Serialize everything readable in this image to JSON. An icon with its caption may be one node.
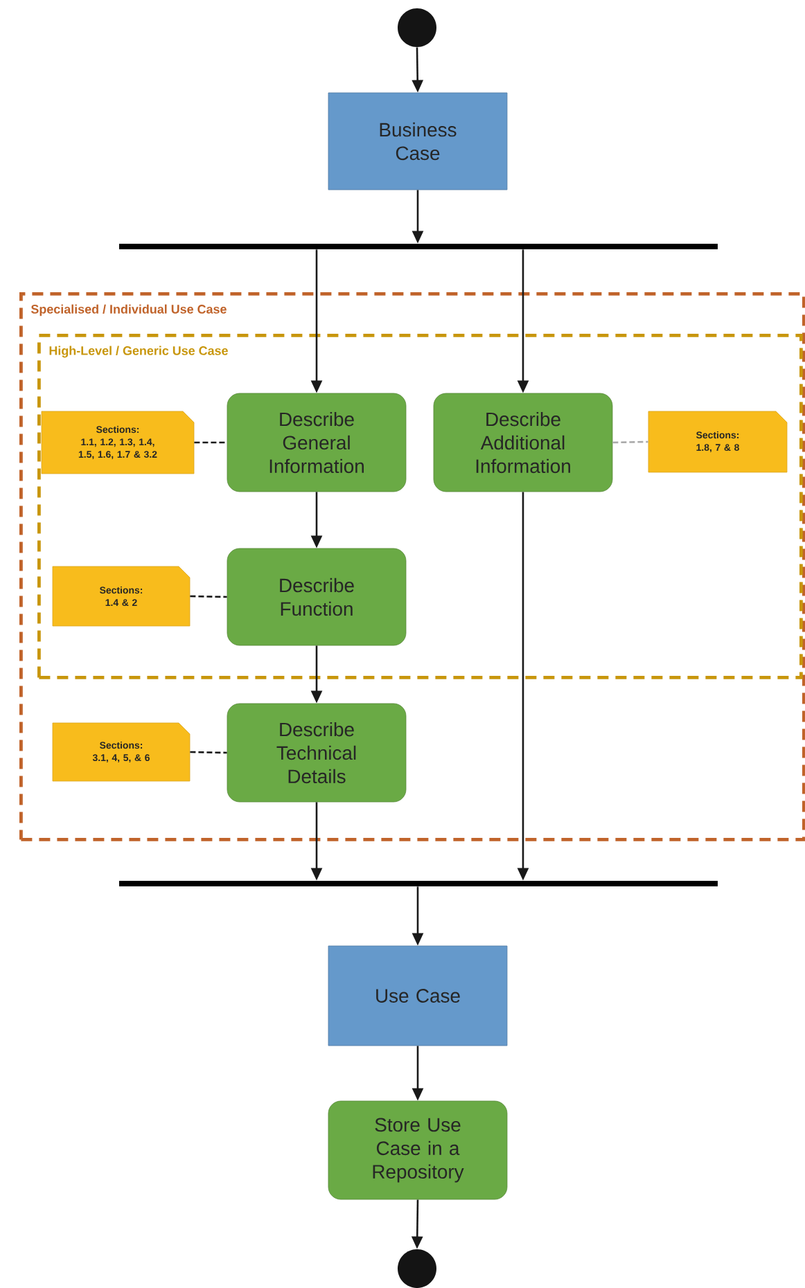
{
  "diagram": {
    "nodes": [
      {
        "text": [],
        "shape": "circle"
      },
      {
        "text": [
          "Business Case"
        ]
      },
      {
        "text": [],
        "shape": "bar"
      },
      {
        "text": [
          "Specialised / Individual Use Case"
        ]
      },
      {
        "text": [
          "High-Level / Generic  Use Case"
        ],
        "in": 3
      },
      {
        "text": [
          "Sections:",
          "1.1, 1.2, 1.3, 1.4, 1.5, 1.6, 1.7 & 3.2"
        ],
        "in": 4
      },
      {
        "text": [
          "Describe General Information"
        ],
        "in": 4
      },
      {
        "text": [
          "Describe Additional Information"
        ],
        "in": 4
      },
      {
        "text": [
          "Sections:",
          "1.8, 7 & 8"
        ],
        "in": 4
      },
      {
        "text": [
          "Sections:",
          "1.4 & 2"
        ],
        "in": 4
      },
      {
        "text": [
          "Describe Function"
        ],
        "in": 4
      },
      {
        "text": [
          "Sections:",
          "3.1, 4, 5, & 6"
        ],
        "in": 3
      },
      {
        "text": [
          "Describe Technical Details"
        ],
        "in": 3
      },
      {
        "text": [],
        "shape": "bar"
      },
      {
        "text": [
          "Use Case"
        ]
      },
      {
        "text": [
          "Store Use Case in a Repository"
        ]
      },
      {
        "text": [],
        "shape": "circle"
      }
    ],
    "edges": [
      {
        "from": 0,
        "to": 1,
        "arrow": "to"
      },
      {
        "from": 1,
        "to": 2,
        "arrow": "to"
      },
      {
        "from": 2,
        "to": 6,
        "arrow": "to"
      },
      {
        "from": 2,
        "to": 7,
        "arrow": "to"
      },
      {
        "from": 6,
        "to": 10,
        "arrow": "to"
      },
      {
        "from": 10,
        "to": 12,
        "arrow": "to"
      },
      {
        "from": 12,
        "to": 13,
        "arrow": "to"
      },
      {
        "from": 7,
        "to": 13,
        "arrow": "to"
      },
      {
        "from": 13,
        "to": 14,
        "arrow": "to"
      },
      {
        "from": 14,
        "to": 15,
        "arrow": "to"
      },
      {
        "from": 15,
        "to": 16,
        "arrow": "to"
      },
      {
        "from": 5,
        "to": 6,
        "arrow": "none",
        "style": "dashed"
      },
      {
        "from": 7,
        "to": 8,
        "arrow": "none",
        "style": "dashed",
        "color": "#aaaaaa"
      },
      {
        "from": 9,
        "to": 10,
        "arrow": "none",
        "style": "dashed"
      },
      {
        "from": 11,
        "to": 12,
        "arrow": "none",
        "style": "dashed"
      }
    ]
  }
}
